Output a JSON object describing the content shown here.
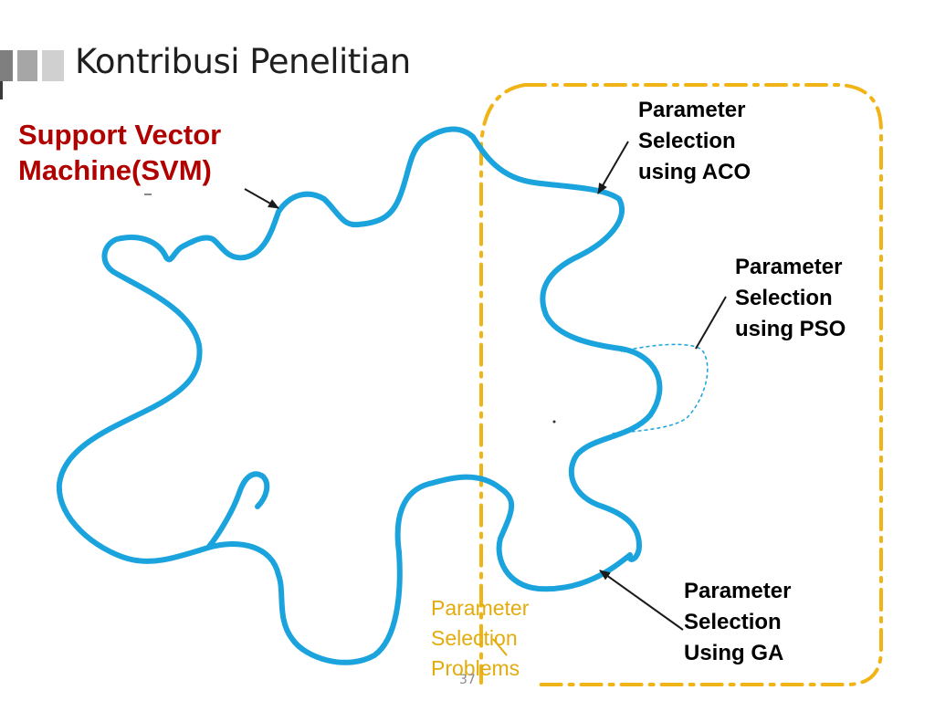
{
  "slide": {
    "title": "Kontribusi Penelitian",
    "page_number": "37"
  },
  "labels": {
    "svm": [
      "Support Vector",
      "Machine(SVM)"
    ],
    "aco": [
      "Parameter",
      "Selection",
      "using ACO"
    ],
    "pso": [
      "Parameter",
      "Selection",
      "using PSO"
    ],
    "ga": [
      "Parameter",
      "Selection",
      "Using GA"
    ],
    "problems": [
      "Parameter",
      "Selection",
      "Problems"
    ]
  },
  "colors": {
    "blob": "#1aa3dc",
    "region_border": "#f0b416",
    "svm_text": "#b00000",
    "problems_text": "#e3ac0c"
  }
}
